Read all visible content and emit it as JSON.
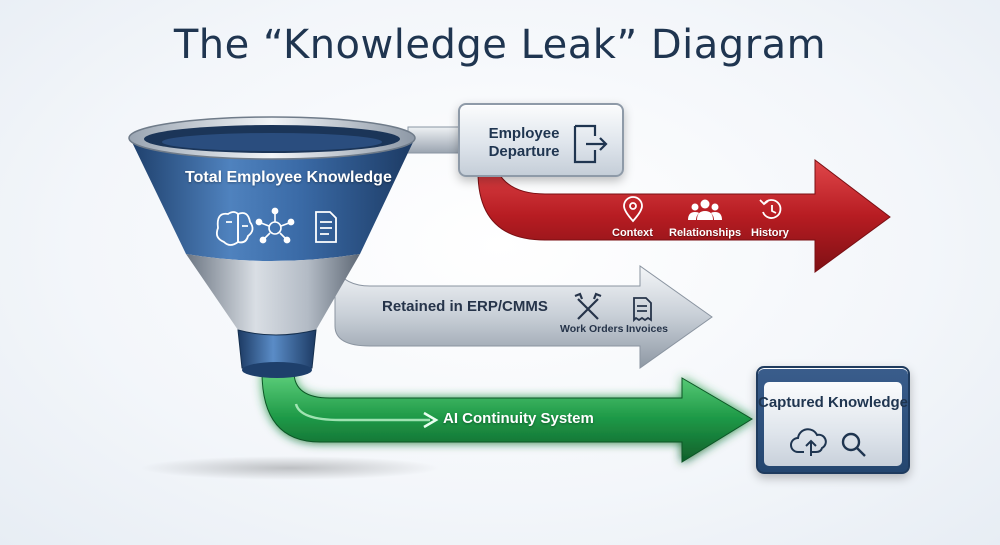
{
  "title": "The “Knowledge Leak” Diagram",
  "funnel": {
    "label": "Total Employee Knowledge",
    "icons": [
      "brain-icon",
      "network-icon",
      "document-icon"
    ]
  },
  "departure": {
    "label": "Employee Departure",
    "icon": "exit-door-icon",
    "lost_items": [
      {
        "label": "Context",
        "icon": "location-pin-icon"
      },
      {
        "label": "Relationships",
        "icon": "people-icon"
      },
      {
        "label": "History",
        "icon": "history-icon"
      }
    ]
  },
  "retained": {
    "label": "Retained in ERP/CMMS",
    "items": [
      {
        "label": "Work Orders",
        "icon": "tools-icon"
      },
      {
        "label": "Invoices",
        "icon": "invoice-icon"
      }
    ]
  },
  "continuity": {
    "label": "AI Continuity System"
  },
  "captured": {
    "label": "Captured Knowledge",
    "icons": [
      "cloud-upload-icon",
      "magnifier-icon"
    ]
  },
  "colors": {
    "funnel_blue": "#2f5f99",
    "loss_red": "#b01f24",
    "retained_grey": "#b9c1cb",
    "continuity_green": "#1f9a4a",
    "title_navy": "#1f3550"
  }
}
